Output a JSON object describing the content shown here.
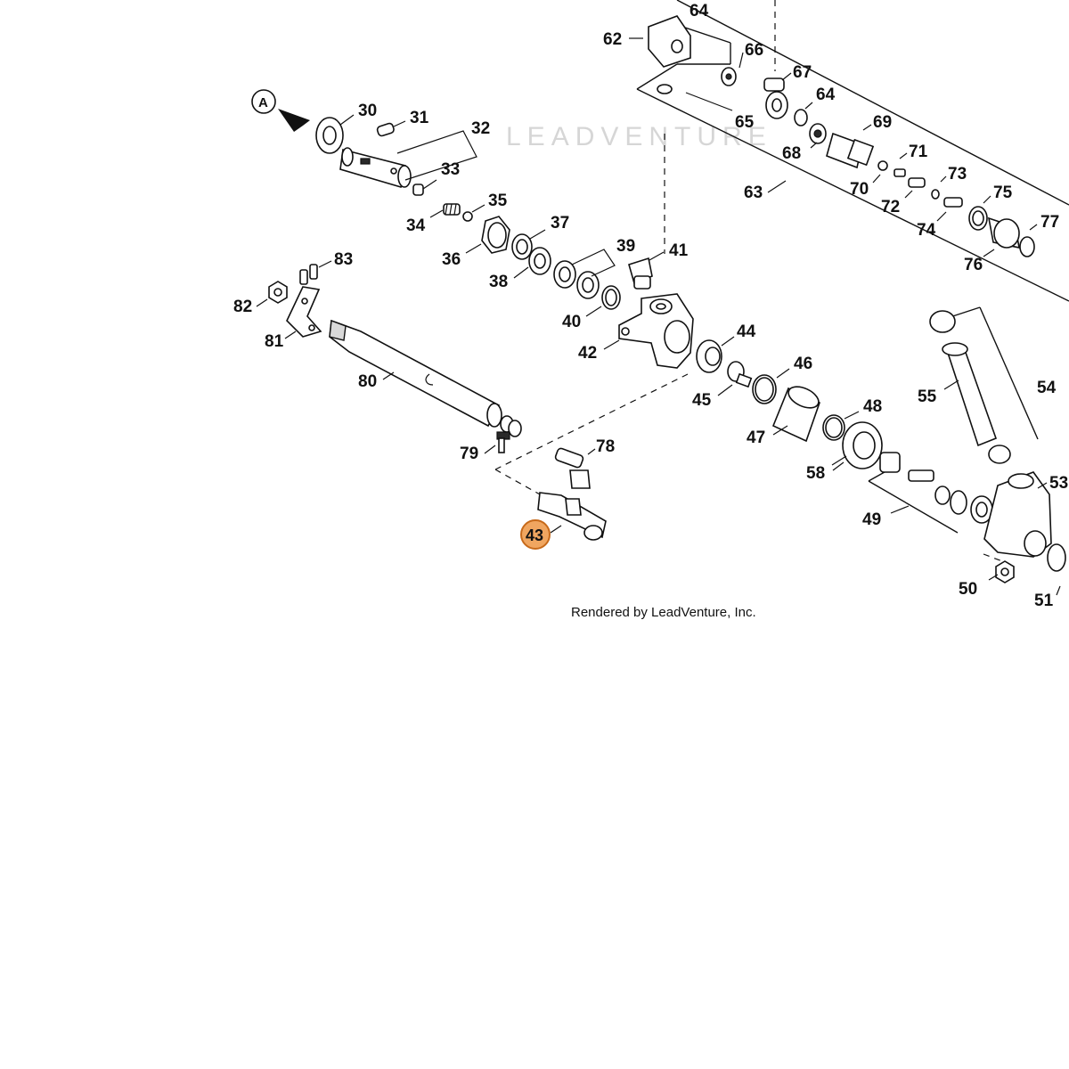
{
  "watermark": "LEADVENTURE",
  "credit": "Rendered by LeadVenture, Inc.",
  "callout": "A",
  "highlight": {
    "label": "43",
    "color": "#f0a660"
  },
  "labels": {
    "p30": "30",
    "p31": "31",
    "p32": "32",
    "p33": "33",
    "p34": "34",
    "p35": "35",
    "p36": "36",
    "p37": "37",
    "p38": "38",
    "p39": "39",
    "p40": "40",
    "p41": "41",
    "p42": "42",
    "p44": "44",
    "p45": "45",
    "p46": "46",
    "p47": "47",
    "p48": "48",
    "p49": "49",
    "p50": "50",
    "p51": "51",
    "p53": "53",
    "p54": "54",
    "p55": "55",
    "p58": "58",
    "p62": "62",
    "p63": "63",
    "p64a": "64",
    "p64b": "64",
    "p65": "65",
    "p66": "66",
    "p67": "67",
    "p68": "68",
    "p69": "69",
    "p70": "70",
    "p71": "71",
    "p72": "72",
    "p73": "73",
    "p74": "74",
    "p75": "75",
    "p76": "76",
    "p77": "77",
    "p78": "78",
    "p79": "79",
    "p80": "80",
    "p81": "81",
    "p82": "82",
    "p83": "83"
  }
}
